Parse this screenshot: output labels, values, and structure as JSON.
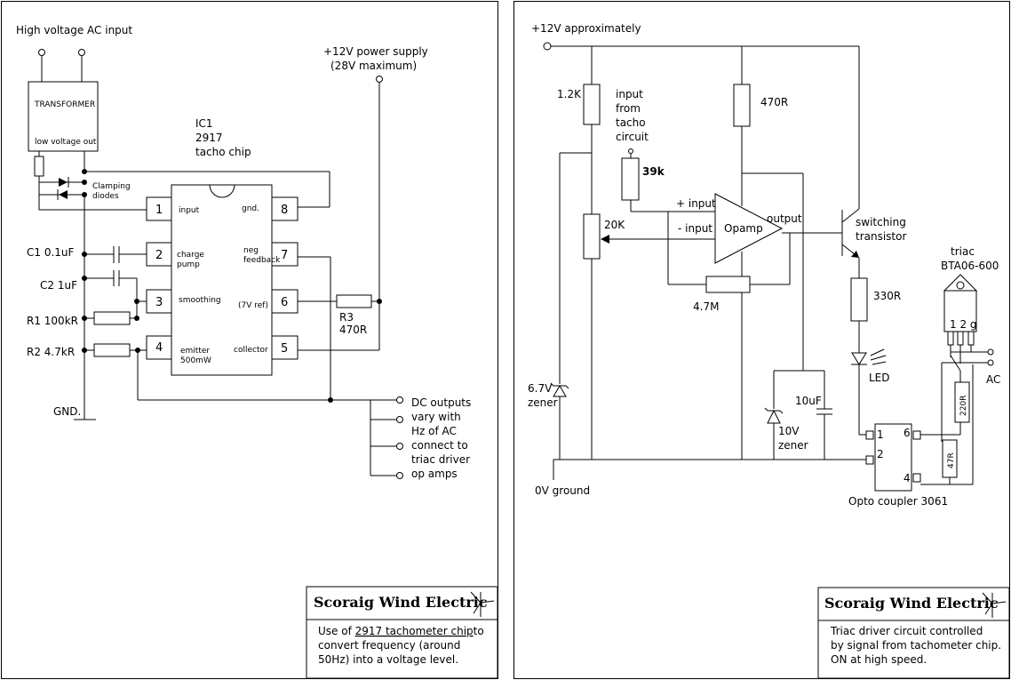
{
  "left": {
    "hv_input_label": "High voltage AC input",
    "transformer_label": "TRANSFORMER",
    "lv_out_label": "low voltage out",
    "supply_label_1": "+12V power supply",
    "supply_label_2": "(28V maximum)",
    "ic_label_1": "IC1",
    "ic_label_2": "2917",
    "ic_label_3": "tacho chip",
    "clamp_label_1": "Clamping",
    "clamp_label_2": "diodes",
    "c1_label": "C1 0.1uF",
    "c2_label": "C2 1uF",
    "r1_label": "R1 100kR",
    "r2_label": "R2 4.7kR",
    "gnd_label": "GND.",
    "r3_label_1": "R3",
    "r3_label_2": "470R",
    "pins_left": [
      {
        "num": "1",
        "name": "input"
      },
      {
        "num": "2",
        "name_1": "charge",
        "name_2": "pump"
      },
      {
        "num": "3",
        "name": "smoothing"
      },
      {
        "num": "4",
        "name_1": "emitter",
        "name_2": "500mW"
      }
    ],
    "pins_right": [
      {
        "num": "8",
        "name": "gnd."
      },
      {
        "num": "7",
        "name_1": "neg",
        "name_2": "feedback"
      },
      {
        "num": "6",
        "name": "(7V ref)"
      },
      {
        "num": "5",
        "name": "collector"
      }
    ],
    "outputs_text": [
      "DC outputs",
      "vary with",
      "Hz of AC",
      "connect to",
      "triac driver",
      "op amps"
    ],
    "brand": "Scoraig Wind Electric",
    "caption_prefix": "Use of ",
    "caption_link": "2917 tachometer chip",
    "caption_suffix": "to",
    "caption_lines": [
      "convert frequency (around",
      "50Hz) into a voltage level."
    ]
  },
  "right": {
    "supply_label": "+12V approximately",
    "r_1k2": "1.2K",
    "r_470": "470R",
    "input_label": [
      "input",
      "from",
      "tacho",
      "circuit"
    ],
    "r_39k": "39k",
    "pot_20k": "20K",
    "plus_input": "+ input",
    "minus_input": "- input",
    "opamp": "Opamp",
    "output": "output",
    "switch_label_1": "switching",
    "switch_label_2": "transistor",
    "r_4m7": "4.7M",
    "r_330": "330R",
    "triac_label_1": "triac",
    "triac_label_2": "BTA06-600",
    "triac_pins": "1 2 g",
    "zener_67_1": "6.7V",
    "zener_67_2": "zener",
    "cap_10u": "10uF",
    "zener_10_1": "10V",
    "zener_10_2": "zener",
    "led": "LED",
    "r_220": "220R",
    "r_47": "47R",
    "ac": "AC",
    "opto_pins": [
      "1",
      "2",
      "4",
      "6"
    ],
    "opto_label": "Opto coupler 3061",
    "ground_label": "0V ground",
    "brand": "Scoraig Wind Electric",
    "caption_lines": [
      "Triac driver circuit controlled",
      "by signal from tachometer chip.",
      "ON at high speed."
    ]
  }
}
